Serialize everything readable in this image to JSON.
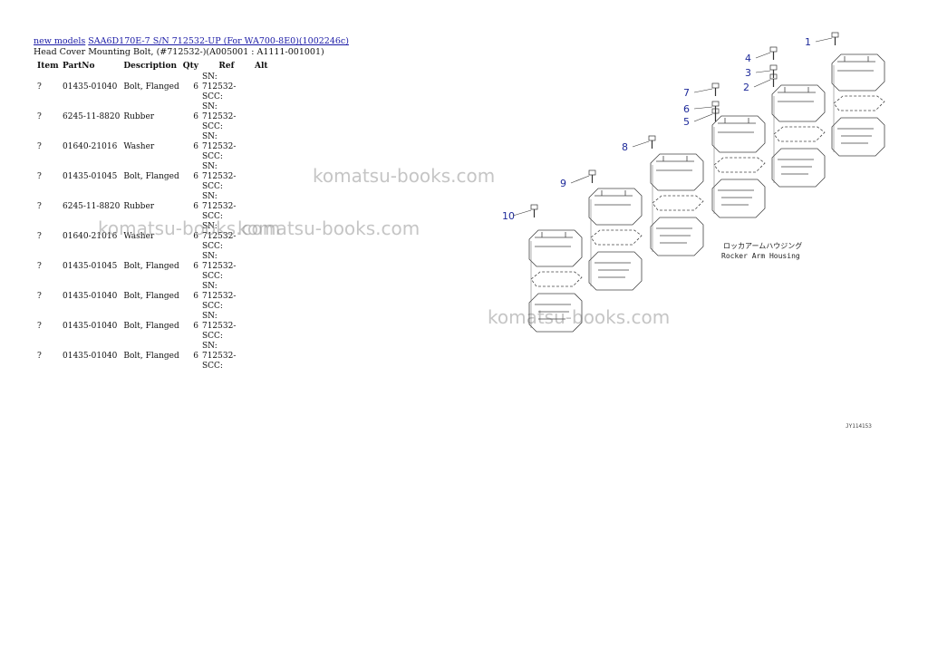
{
  "breadcrumb": {
    "root_link": "new models",
    "model_link": "SAA6D170E-7 S/N 712532-UP (For WA700-8E0)(1002246c)"
  },
  "subtitle": "Head Cover Mounting Bolt, (#712532-)(A005001 : A1111-001001)",
  "table": {
    "headers": [
      "Item",
      "PartNo",
      "Description",
      "Qty",
      "Ref",
      "Alt"
    ],
    "rows": [
      {
        "item": "?",
        "part_no": "01435-01040",
        "description": "Bolt, Flanged",
        "qty": "6",
        "ref1": "SN: 712532-",
        "ref2": "SCC:",
        "alt": ""
      },
      {
        "item": "?",
        "part_no": "6245-11-8820",
        "description": "Rubber",
        "qty": "6",
        "ref1": "SN: 712532-",
        "ref2": "SCC:",
        "alt": ""
      },
      {
        "item": "?",
        "part_no": "01640-21016",
        "description": "Washer",
        "qty": "6",
        "ref1": "SN: 712532-",
        "ref2": "SCC:",
        "alt": ""
      },
      {
        "item": "?",
        "part_no": "01435-01045",
        "description": "Bolt, Flanged",
        "qty": "6",
        "ref1": "SN: 712532-",
        "ref2": "SCC:",
        "alt": ""
      },
      {
        "item": "?",
        "part_no": "6245-11-8820",
        "description": "Rubber",
        "qty": "6",
        "ref1": "SN: 712532-",
        "ref2": "SCC:",
        "alt": ""
      },
      {
        "item": "?",
        "part_no": "01640-21016",
        "description": "Washer",
        "qty": "6",
        "ref1": "SN: 712532-",
        "ref2": "SCC:",
        "alt": ""
      },
      {
        "item": "?",
        "part_no": "01435-01045",
        "description": "Bolt, Flanged",
        "qty": "6",
        "ref1": "SN: 712532-",
        "ref2": "SCC:",
        "alt": ""
      },
      {
        "item": "?",
        "part_no": "01435-01040",
        "description": "Bolt, Flanged",
        "qty": "6",
        "ref1": "SN: 712532-",
        "ref2": "SCC:",
        "alt": ""
      },
      {
        "item": "?",
        "part_no": "01435-01040",
        "description": "Bolt, Flanged",
        "qty": "6",
        "ref1": "SN: 712532-",
        "ref2": "SCC:",
        "alt": ""
      },
      {
        "item": "?",
        "part_no": "01435-01040",
        "description": "Bolt, Flanged",
        "qty": "6",
        "ref1": "SN: 712532-",
        "ref2": "SCC:",
        "alt": ""
      }
    ]
  },
  "watermark_text": "komatsu-books.com",
  "diagram": {
    "callouts": [
      "1",
      "2",
      "3",
      "4",
      "5",
      "6",
      "7",
      "8",
      "9",
      "10"
    ],
    "label_jp": "ロッカアームハウジング",
    "label_en": "Rocker Arm Housing",
    "drawing_code": "JY114153"
  }
}
